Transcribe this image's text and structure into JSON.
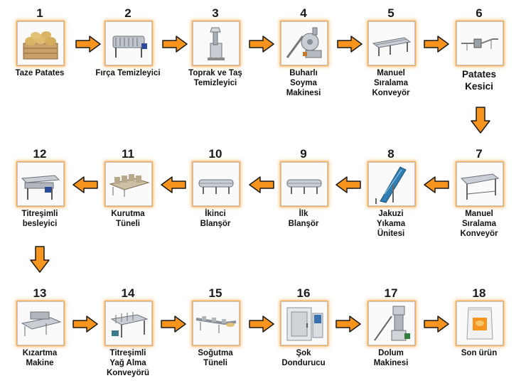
{
  "steps": [
    {
      "num": "1",
      "label": "Taze Patates"
    },
    {
      "num": "2",
      "label": "Fırça Temizleyici"
    },
    {
      "num": "3",
      "label": "Toprak ve Taş\nTemizleyici"
    },
    {
      "num": "4",
      "label": "Buharlı\nSoyma\nMakinesi"
    },
    {
      "num": "5",
      "label": "Manuel\nSıralama\nKonveyör"
    },
    {
      "num": "6",
      "label": "Patates\nKesici"
    },
    {
      "num": "7",
      "label": "Manuel\nSıralama\nKonveyör"
    },
    {
      "num": "8",
      "label": "Jakuzi\nYıkama\nÜnitesi"
    },
    {
      "num": "9",
      "label": "İlk\nBlanşör"
    },
    {
      "num": "10",
      "label": "İkinci\nBlanşör"
    },
    {
      "num": "11",
      "label": "Kurutma\nTüneli"
    },
    {
      "num": "12",
      "label": "Titreşimli\nbesleyici"
    },
    {
      "num": "13",
      "label": "Kızartma\nMakine"
    },
    {
      "num": "14",
      "label": "Titreşimli\nYağ Alma\nKonveyörü"
    },
    {
      "num": "15",
      "label": "Soğutma\nTüneli"
    },
    {
      "num": "16",
      "label": "Şok\nDondurucu"
    },
    {
      "num": "17",
      "label": "Dolum\nMakinesi"
    },
    {
      "num": "18",
      "label": "Son ürün"
    }
  ],
  "colors": {
    "arrow": "#f7941d",
    "arrow_stroke": "#1a1a1a",
    "box_glow": "#f59628"
  }
}
